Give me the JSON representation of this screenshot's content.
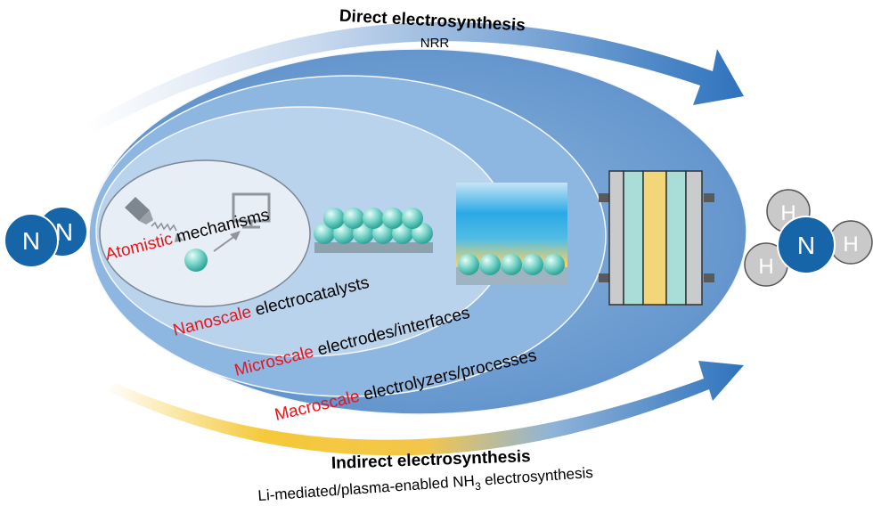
{
  "top": {
    "title": "Direct electrosynthesis",
    "subtitle": "NRR"
  },
  "bottom": {
    "title": "Indirect electrosynthesis",
    "subtitle_main": "Li-mediated/plasma-enabled NH",
    "subtitle_sub": "3",
    "subtitle_tail": " electrosynthesis"
  },
  "scales": [
    {
      "scale": "Atomistic",
      "rest": " mechanisms"
    },
    {
      "scale": "Nanoscale",
      "rest": " electrocatalysts"
    },
    {
      "scale": "Microscale",
      "rest": " electrodes/interfaces"
    },
    {
      "scale": "Macroscale",
      "rest": " electrolyzers/processes"
    }
  ],
  "molecules": {
    "n2": [
      "N",
      "N"
    ],
    "nh3": {
      "center": "N",
      "h": [
        "H",
        "H",
        "H"
      ]
    }
  },
  "colors": {
    "accent_red": "#e8141c",
    "dark_blue": "#1565a8",
    "outer_ellipse": "#6a9bd0",
    "ellipse2": "#8ab5e0",
    "ellipse3": "#a9c9ea",
    "inner_ellipse": "#e9eff6"
  },
  "icons": [
    "microscope-tip-icon",
    "monitor-icon",
    "sphere-icon",
    "nanoparticle-layer-icon",
    "interface-icon",
    "electrolyzer-stack-icon"
  ]
}
